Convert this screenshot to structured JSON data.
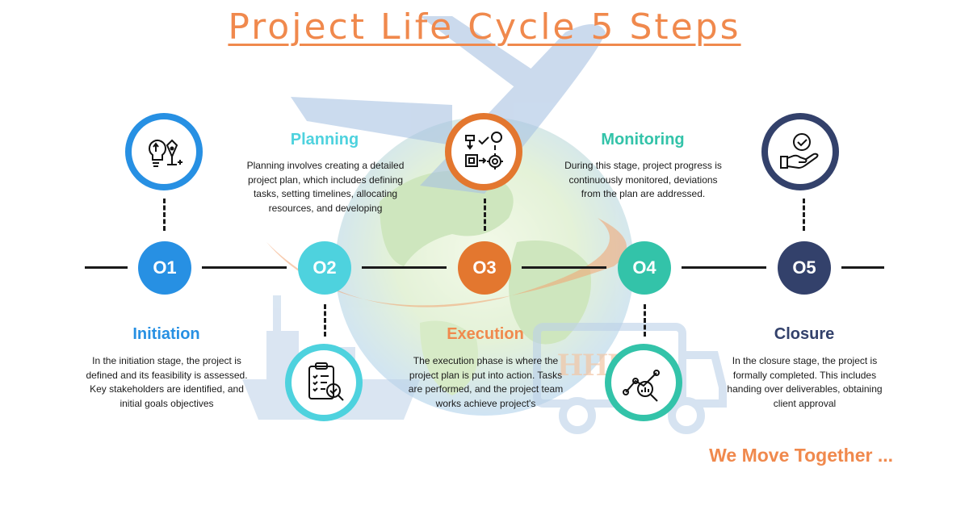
{
  "title": "Project Life Cycle 5 Steps",
  "watermark_text": "HHL",
  "tagline": "We Move Together ...",
  "colors": {
    "title": "#f0894d",
    "step1": "#2790e3",
    "step2": "#4ed2de",
    "step3": "#e3772f",
    "step4": "#33c3a9",
    "step5": "#33416b",
    "line": "#1a1a1a"
  },
  "steps": [
    {
      "number": "O1",
      "title": "Initiation",
      "icon": "lightbulb-pen-icon",
      "description": "In the initiation stage, the project is defined and its feasibility is assessed. Key stakeholders are identified, and initial goals objectives"
    },
    {
      "number": "O2",
      "title": "Planning",
      "icon": "clipboard-check-icon",
      "description": "Planning involves creating a detailed project plan, which includes defining tasks, setting timelines, allocating resources, and developing"
    },
    {
      "number": "O3",
      "title": "Execution",
      "icon": "workflow-gear-icon",
      "description": "The execution phase is where the project plan is put into action. Tasks are performed, and the project team works achieve project's"
    },
    {
      "number": "O4",
      "title": "Monitoring",
      "icon": "analytics-magnifier-icon",
      "description": "During this stage, project progress is continuously monitored, deviations from the plan are addressed."
    },
    {
      "number": "O5",
      "title": "Closure",
      "icon": "hand-check-icon",
      "description": "In the closure stage, the project is formally completed. This includes handing over deliverables, obtaining client approval"
    }
  ]
}
